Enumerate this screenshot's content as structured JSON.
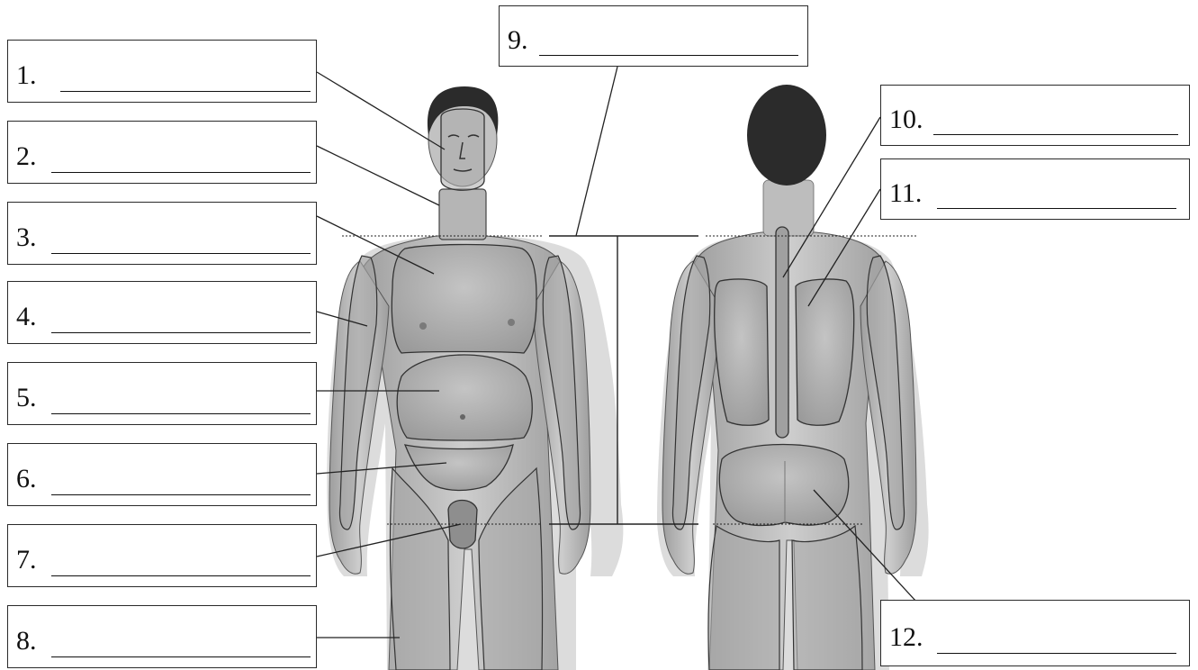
{
  "figure": {
    "description_labels": [
      {
        "id": "1",
        "text": "1."
      },
      {
        "id": "2",
        "text": "2."
      },
      {
        "id": "3",
        "text": "3."
      },
      {
        "id": "4",
        "text": "4."
      },
      {
        "id": "5",
        "text": "5."
      },
      {
        "id": "6",
        "text": "6."
      },
      {
        "id": "7",
        "text": "7."
      },
      {
        "id": "8",
        "text": "8."
      },
      {
        "id": "9",
        "text": "9."
      },
      {
        "id": "10",
        "text": "10."
      },
      {
        "id": "11",
        "text": "11."
      },
      {
        "id": "12",
        "text": "12."
      }
    ],
    "colors": {
      "skin": "#b9b9b9",
      "region_fill": "#a7a7a7",
      "outline": "#333333",
      "hair": "#2b2b2b",
      "box_border": "#2a2a2a"
    }
  }
}
